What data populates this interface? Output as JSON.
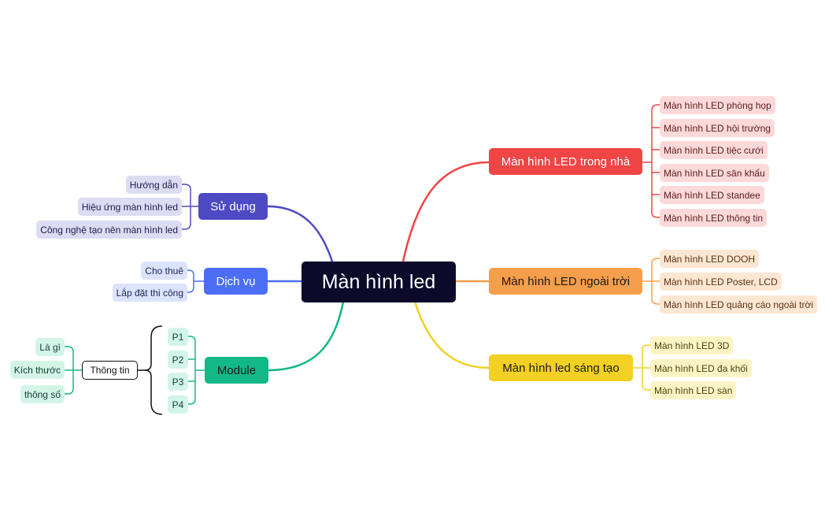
{
  "root": {
    "label": "Màn hình led"
  },
  "branches": {
    "indoor": {
      "label": "Màn hình LED trong nhà",
      "color": "#ef4545",
      "leaf_bg": "#fdd9d9",
      "leaf_color": "#5a1c1c",
      "items": [
        "Màn hình LED phòng họp",
        "Màn hình LED hội trường",
        "Màn hình LED tiệc cưới",
        "Màn hình LED sân khấu",
        "Màn hình LED standee",
        "Màn hình LED thông tin"
      ]
    },
    "outdoor": {
      "label": "Màn hình LED ngoài trời",
      "color": "#f59e4b",
      "leaf_bg": "#fde6d2",
      "leaf_color": "#5a3416",
      "items": [
        "Màn hình LED DOOH",
        "Màn hình LED Poster, LCD",
        "Màn hình LED quảng cáo ngoài trời"
      ]
    },
    "creative": {
      "label": "Màn hình led sáng tạo",
      "color": "#f2d024",
      "leaf_bg": "#fdf4c6",
      "leaf_color": "#4d430d",
      "items": [
        "Màn hình LED 3D",
        "Màn hình LED đa khối",
        "Màn hình LED sàn"
      ]
    },
    "usage": {
      "label": "Sử dụng",
      "color": "#4d4ac3",
      "leaf_bg": "#dcdcf2",
      "leaf_color": "#1d1b4d",
      "items": [
        "Hướng dẫn",
        "Hiệu ứng màn hình led",
        "Công nghệ tạo nên màn hình led"
      ]
    },
    "service": {
      "label": "Dịch vụ",
      "color": "#4c6ef5",
      "leaf_bg": "#dbe3fd",
      "leaf_color": "#1b2757",
      "items": [
        "Cho thuê",
        "Lắp đặt thi công"
      ]
    },
    "module": {
      "label": "Module",
      "color": "#12b886",
      "leaf_bg": "#d3f5e8",
      "leaf_color": "#0e3d2e",
      "items": [
        "P1",
        "P2",
        "P3",
        "P4"
      ],
      "summary": {
        "label": "Thông tin",
        "items": [
          "Là gì",
          "Kích thước",
          "thông số"
        ]
      }
    }
  }
}
